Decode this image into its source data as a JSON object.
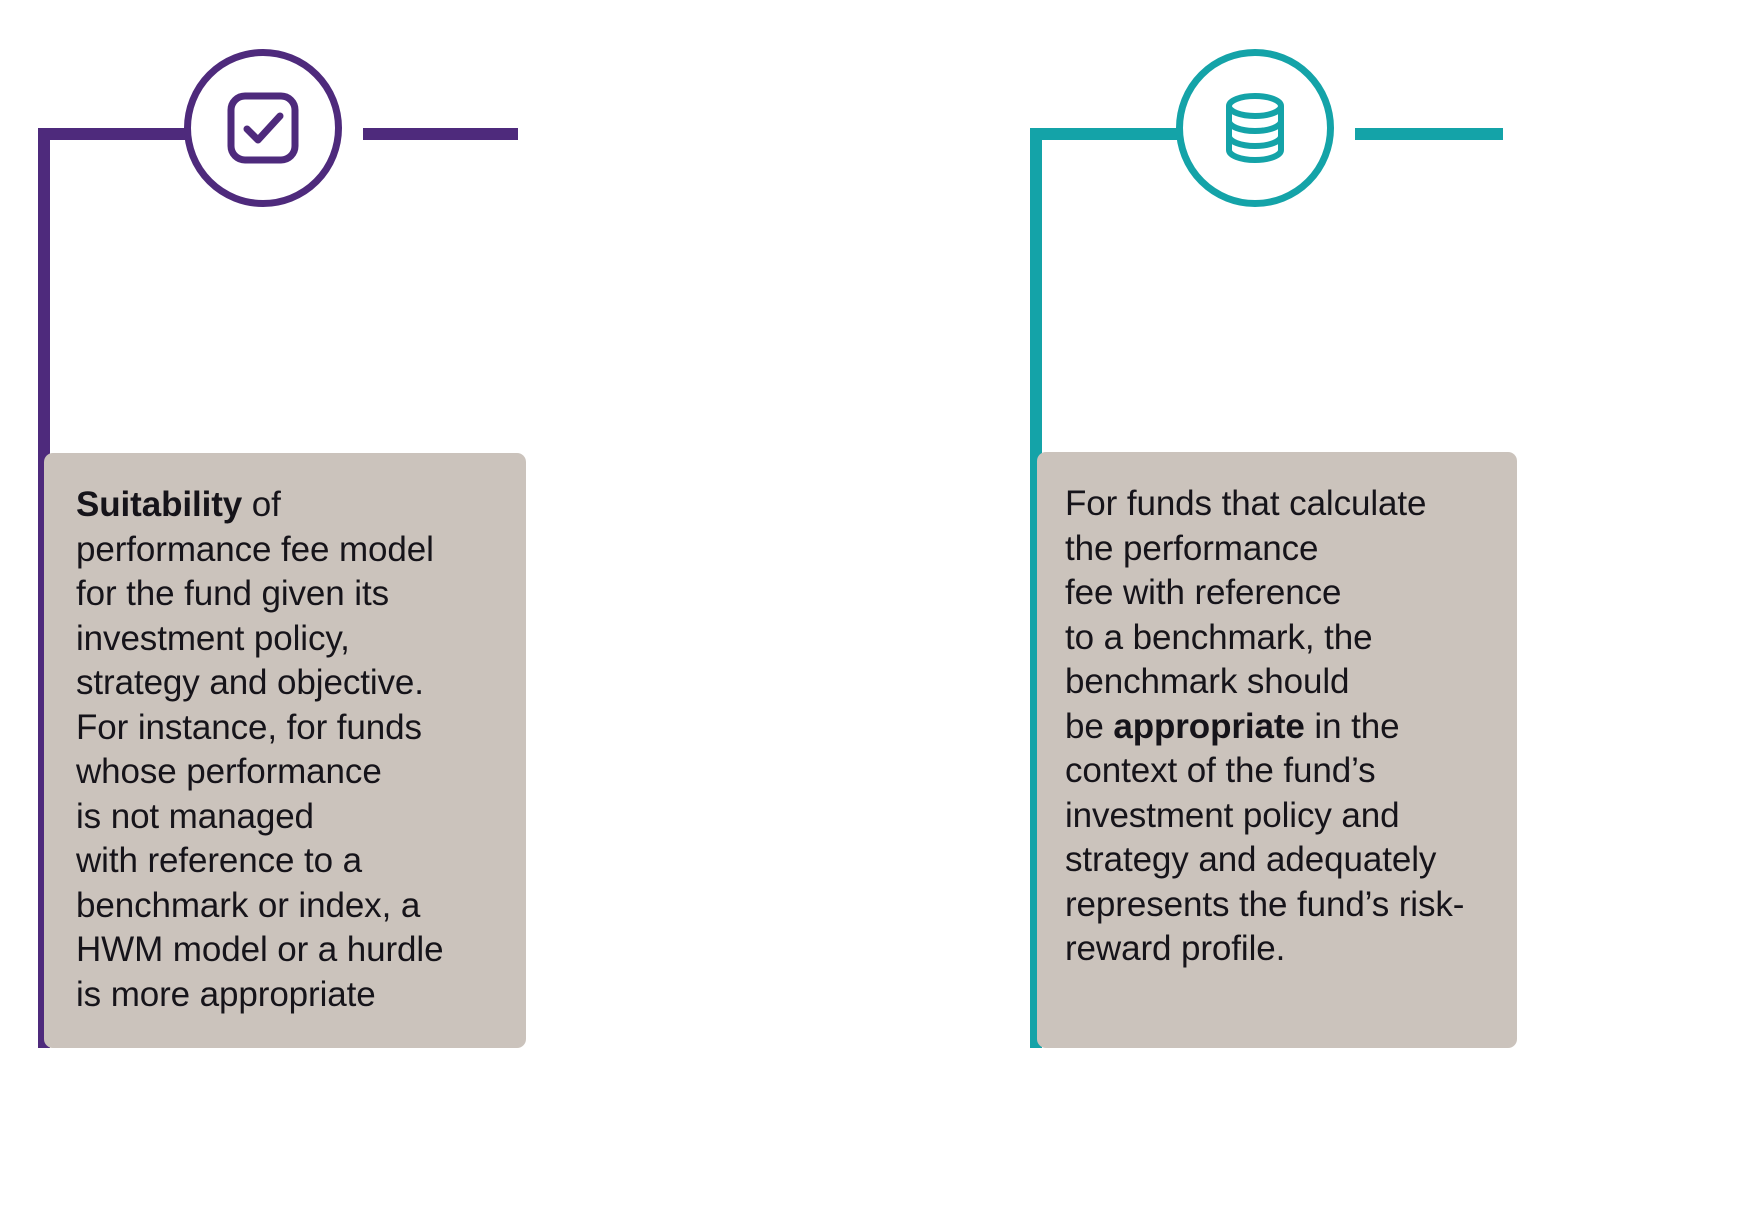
{
  "theme": {
    "background": "#ffffff",
    "card_background": "#cbc3bc",
    "text_color": "#16141a",
    "left_accent": "#4e2a7c",
    "right_accent": "#14a3a8"
  },
  "panels": [
    {
      "id": "suitability",
      "accent": "#4e2a7c",
      "icon": "checkbox-check-icon",
      "card": {
        "lead_bold": "Suitability",
        "lead_rest": " of",
        "body": "performance fee model\nfor the fund given its\ninvestment policy,\nstrategy and objective.\nFor instance, for funds\nwhose performance\nis not managed\nwith reference to a\nbenchmark or index, a\nHWM model or a hurdle\nis more appropriate",
        "full_text": "Suitability of performance fee model for the fund given its investment policy, strategy and objective. For instance, for funds whose performance is not managed with reference to a benchmark or index, a HWM model or a hurdle is more appropriate"
      }
    },
    {
      "id": "benchmark",
      "accent": "#14a3a8",
      "icon": "database-stack-icon",
      "card": {
        "pre_text": "For funds that calculate\nthe performance\nfee with reference\nto a benchmark, the\nbenchmark should\nbe ",
        "bold_word": "appropriate",
        "post_text": " in the\ncontext of the fund’s\ninvestment policy and\nstrategy and adequately\nrepresents the fund’s risk-\nreward profile.",
        "full_text": "For funds that calculate the performance fee with reference to a benchmark, the benchmark should be appropriate in the context of the fund’s investment policy and strategy and adequately represents the fund’s risk-reward profile."
      }
    }
  ]
}
